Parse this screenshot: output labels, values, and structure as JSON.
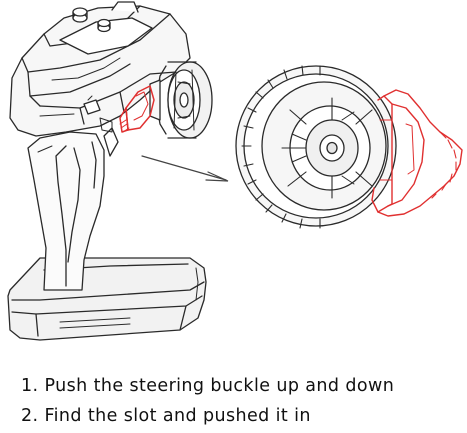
{
  "steps": [
    {
      "number": "1.",
      "text": "Push the steering buckle up and down"
    },
    {
      "number": "2.",
      "text": "Find the slot and pushed it in"
    }
  ],
  "colors": {
    "line": "#2a2a2a",
    "highlight": "#e03030",
    "text": "#111111"
  },
  "icons": {
    "transmitter": "rc-transmitter-illustration",
    "wheel_detail": "steering-wheel-detail",
    "pointer": "arrow"
  }
}
